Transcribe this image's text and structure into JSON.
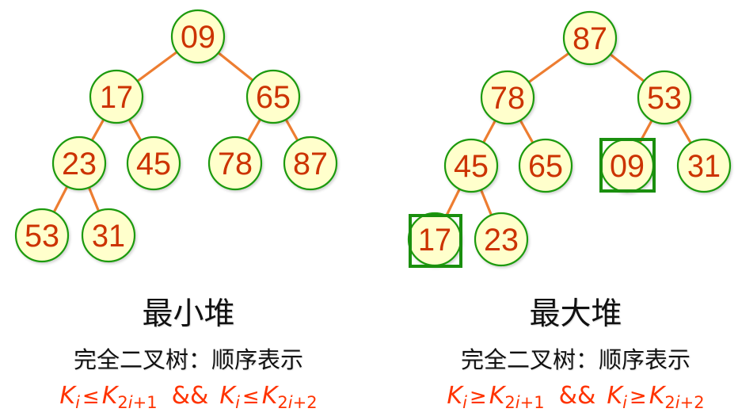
{
  "colors": {
    "edge": "#ED7D31",
    "node_fill": "#FFFFCC",
    "node_border": "#1E9A10",
    "node_text": "#CC3300",
    "highlight_box": "#1A8F0E",
    "formula_text": "#FF3300",
    "title_text": "#111111"
  },
  "min_heap": {
    "title": "最小堆",
    "subtitle": "完全二叉树：顺序表示",
    "formula": {
      "k": "K",
      "i": "i",
      "op": "≤",
      "sub1_num": "2",
      "sub1_i": "i",
      "sub1_rest": "+1",
      "and": "&&",
      "sub2_num": "2",
      "sub2_i": "i",
      "sub2_rest": "+2"
    },
    "nodes": [
      "09",
      "17",
      "65",
      "23",
      "45",
      "78",
      "87",
      "53",
      "31"
    ]
  },
  "max_heap": {
    "title": "最大堆",
    "subtitle": "完全二叉树：顺序表示",
    "formula": {
      "k": "K",
      "i": "i",
      "op": "≥",
      "sub1_num": "2",
      "sub1_i": "i",
      "sub1_rest": "+1",
      "and": "&&",
      "sub2_num": "2",
      "sub2_i": "i",
      "sub2_rest": "+2"
    },
    "nodes": [
      "87",
      "78",
      "53",
      "45",
      "65",
      "09",
      "31",
      "17",
      "23"
    ],
    "highlighted": [
      "09",
      "17"
    ]
  }
}
